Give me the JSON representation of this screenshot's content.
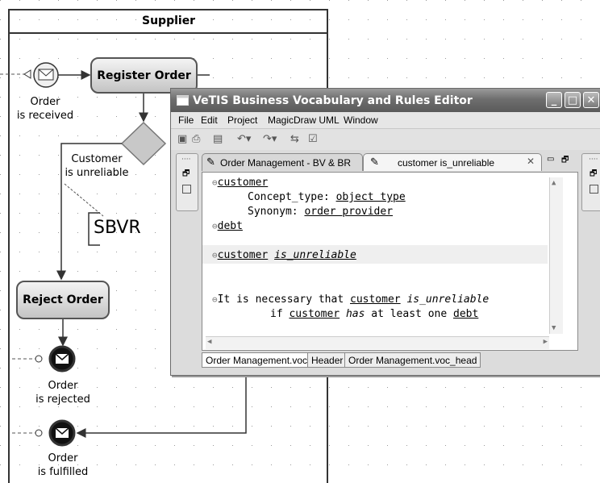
{
  "diagram": {
    "lane_title": "Supplier",
    "tasks": {
      "register": "Register Order",
      "reject": "Reject Order"
    },
    "events": {
      "start_line1": "Order",
      "start_line2": "is received",
      "rejected_line1": "Order",
      "rejected_line2": "is rejected",
      "fulfilled_line1": "Order",
      "fulfilled_line2": "is fulfilled"
    },
    "condition_line1": "Customer",
    "condition_line2": "is unreliable",
    "annotation": "SBVR"
  },
  "editor": {
    "title": "VeTIS Business Vocabulary and Rules Editor",
    "window_buttons": [
      "minimize-icon",
      "maximize-icon",
      "close-icon"
    ],
    "menu": [
      "File",
      "Edit",
      "Project",
      "MagicDraw UML",
      "Window"
    ],
    "tabs": [
      {
        "label": "Order Management -  BV & BR",
        "icon": "edit-doc-icon"
      },
      {
        "label": "customer is_unreliable",
        "icon": "edit-doc-icon",
        "close_icon": "close-icon"
      }
    ],
    "text": {
      "l1_term": "customer",
      "l2_key": "Concept_type:",
      "l2_val": "object type",
      "l3_key": "Synonym:",
      "l3_val": "order provider",
      "l4_term": "debt",
      "l5_term": "customer",
      "l5_verb": "is_unreliable",
      "l6_prefix": "It is necessary that",
      "l6_term": "customer",
      "l6_verb": "is_unreliable",
      "l7_if": "if",
      "l7_term": "customer",
      "l7_verb": "has",
      "l7_mid": "at least one",
      "l7_term2": "debt"
    },
    "bottom_tabs": [
      "Order Management.voc",
      "Header",
      "Order Management.voc_head"
    ]
  }
}
